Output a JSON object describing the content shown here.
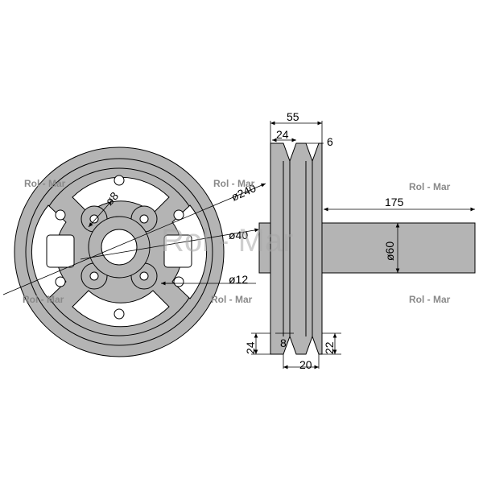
{
  "drawing": {
    "dimensions": {
      "width_total": "55",
      "groove_pitch": "24",
      "groove_top": "6",
      "shaft_length": "175",
      "shaft_dia": "ø60",
      "pulley_dia": "ø240",
      "hub_dia": "ø40",
      "bolt_hole_dia": "ø8",
      "hole_dia": "ø12",
      "groove_depth": "24",
      "groove_bottom": "8",
      "groove_spacing": "20",
      "rim_height": "22"
    },
    "watermarks": {
      "small": "Rol - Mar",
      "large": "Rol - Mar"
    },
    "colors": {
      "body_fill": "#b4b4b4",
      "line": "#000000",
      "watermark": "#8a8a8a"
    }
  }
}
